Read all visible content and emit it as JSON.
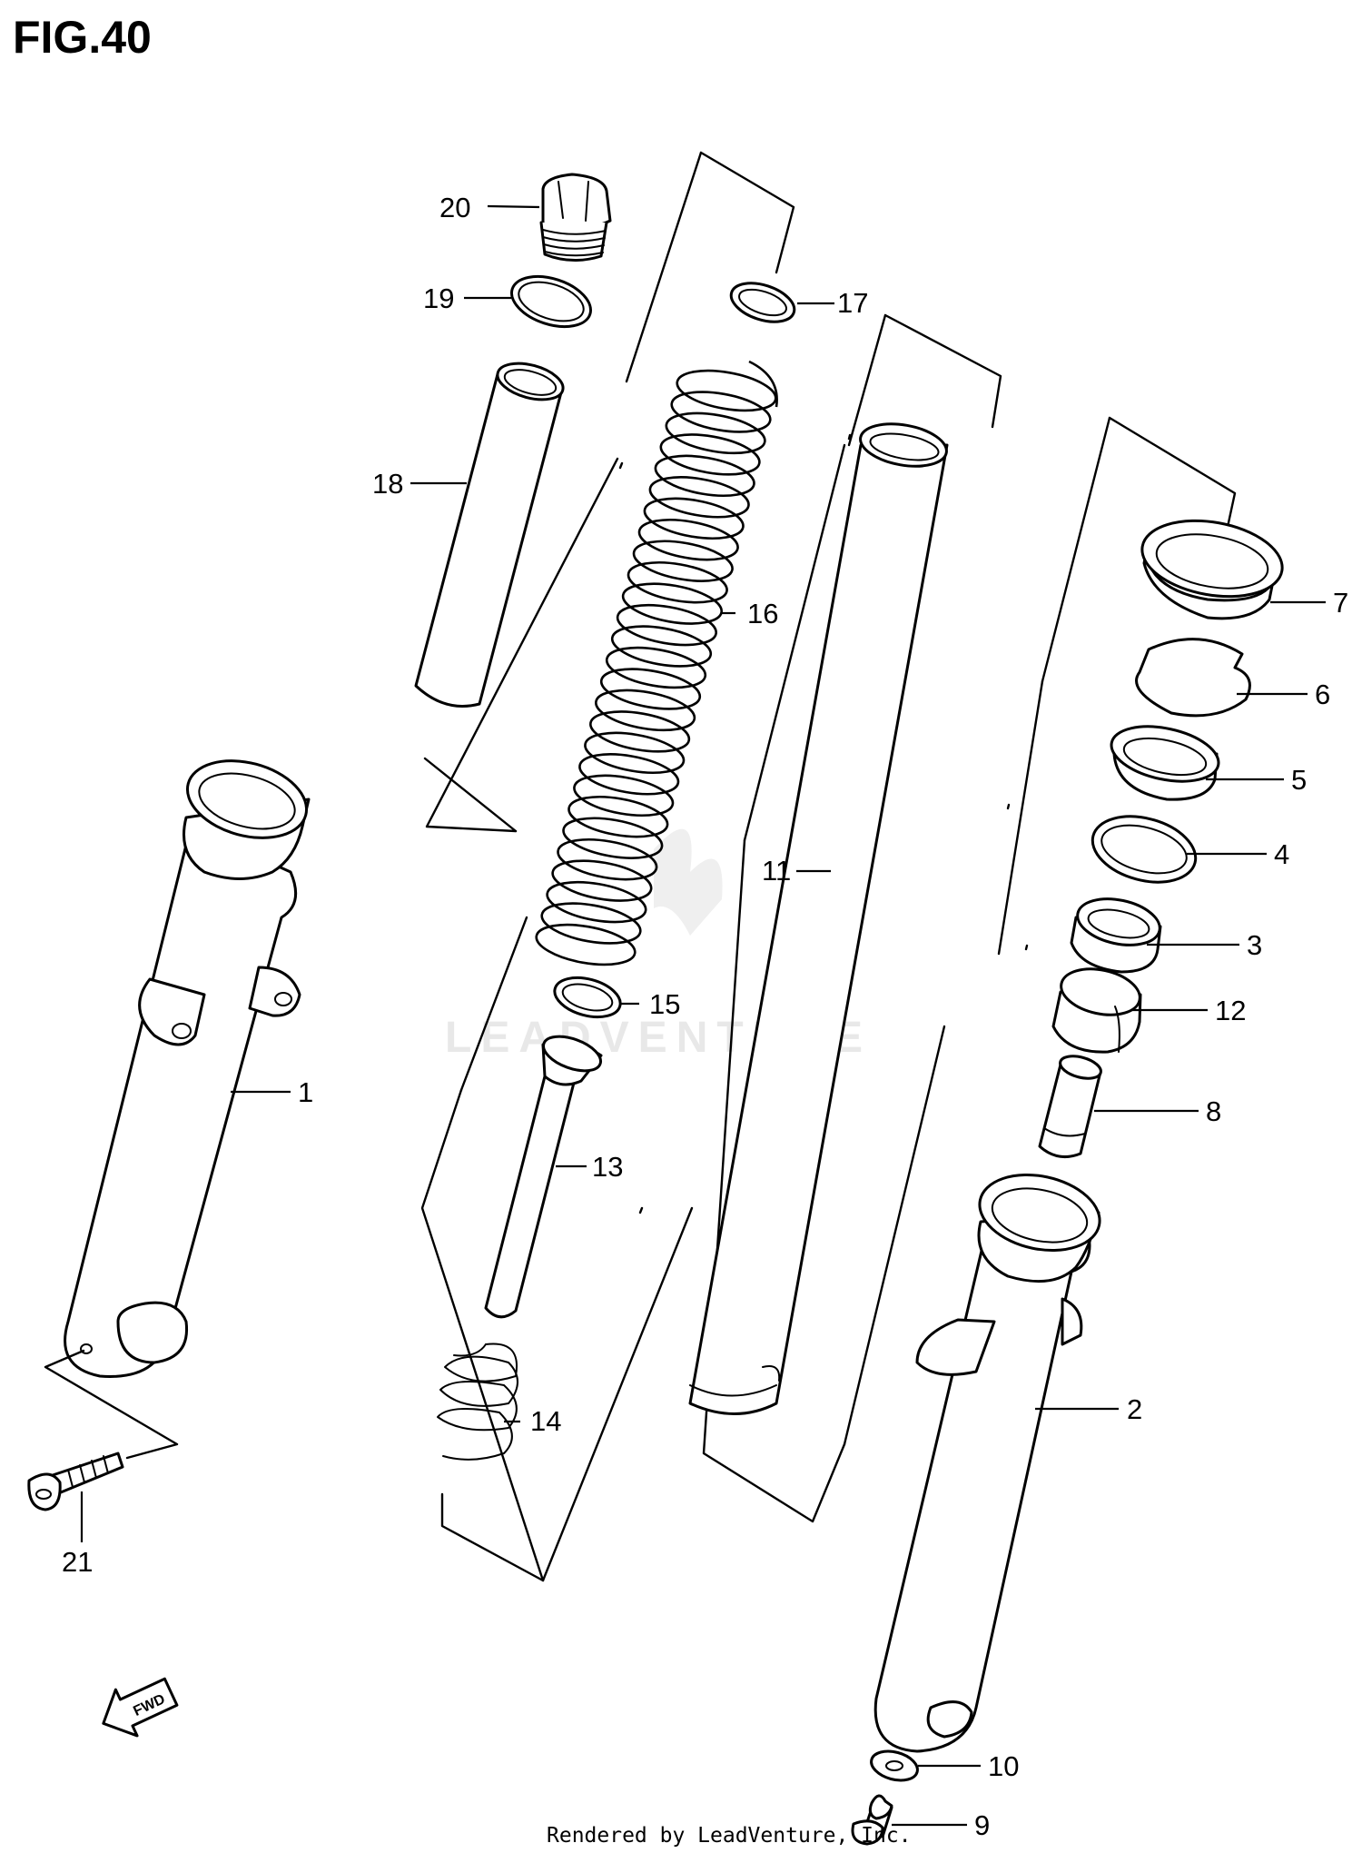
{
  "figure": {
    "title": "FIG.40"
  },
  "callouts": [
    {
      "id": "20",
      "label": "20"
    },
    {
      "id": "19",
      "label": "19"
    },
    {
      "id": "18",
      "label": "18"
    },
    {
      "id": "17",
      "label": "17"
    },
    {
      "id": "16",
      "label": "16"
    },
    {
      "id": "15",
      "label": "15"
    },
    {
      "id": "14",
      "label": "14"
    },
    {
      "id": "13",
      "label": "13"
    },
    {
      "id": "11",
      "label": "11"
    },
    {
      "id": "7",
      "label": "7"
    },
    {
      "id": "6",
      "label": "6"
    },
    {
      "id": "5",
      "label": "5"
    },
    {
      "id": "4",
      "label": "4"
    },
    {
      "id": "3",
      "label": "3"
    },
    {
      "id": "12",
      "label": "12"
    },
    {
      "id": "8",
      "label": "8"
    },
    {
      "id": "1",
      "label": "1"
    },
    {
      "id": "2",
      "label": "2"
    },
    {
      "id": "21",
      "label": "21"
    },
    {
      "id": "10",
      "label": "10"
    },
    {
      "id": "9",
      "label": "9"
    }
  ],
  "direction_badge": {
    "text": "FWD",
    "icon": "fwd-arrow-icon"
  },
  "watermark": {
    "text": "LEADVENTURE"
  },
  "footer": {
    "text": "Rendered by LeadVenture, Inc."
  }
}
